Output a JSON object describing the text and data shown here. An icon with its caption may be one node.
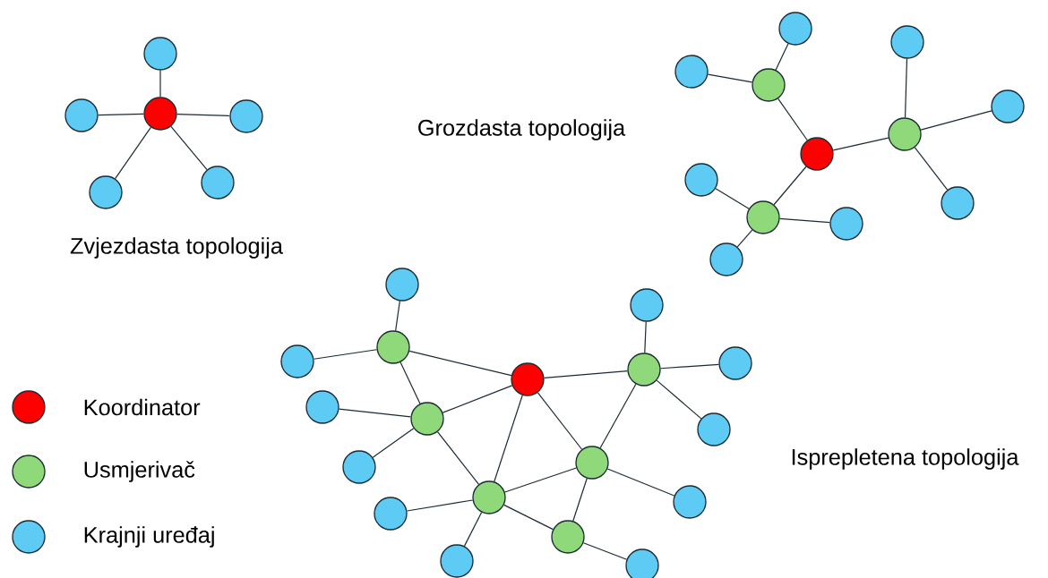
{
  "diagram": {
    "nodes": [
      {
        "text": [],
        "shape": "circle"
      },
      {
        "text": [],
        "shape": "circle"
      },
      {
        "text": [],
        "shape": "circle"
      },
      {
        "text": [],
        "shape": "circle"
      },
      {
        "text": [],
        "shape": "circle"
      },
      {
        "text": [],
        "shape": "circle"
      },
      {
        "text": [],
        "shape": "circle"
      },
      {
        "text": [],
        "shape": "circle"
      },
      {
        "text": [],
        "shape": "circle"
      },
      {
        "text": [],
        "shape": "circle"
      },
      {
        "text": [],
        "shape": "circle"
      },
      {
        "text": [],
        "shape": "circle"
      },
      {
        "text": [],
        "shape": "circle"
      },
      {
        "text": [],
        "shape": "circle"
      },
      {
        "text": [],
        "shape": "circle"
      },
      {
        "text": [],
        "shape": "circle"
      },
      {
        "text": [],
        "shape": "circle"
      },
      {
        "text": [],
        "shape": "circle"
      },
      {
        "text": [],
        "shape": "circle"
      },
      {
        "text": [],
        "shape": "circle"
      },
      {
        "text": [],
        "shape": "circle"
      },
      {
        "text": [],
        "shape": "circle"
      },
      {
        "text": [],
        "shape": "circle"
      },
      {
        "text": [],
        "shape": "circle"
      },
      {
        "text": [],
        "shape": "circle"
      },
      {
        "text": [],
        "shape": "circle"
      },
      {
        "text": [],
        "shape": "circle"
      },
      {
        "text": [],
        "shape": "circle"
      },
      {
        "text": [],
        "shape": "circle"
      },
      {
        "text": [],
        "shape": "circle"
      },
      {
        "text": [],
        "shape": "circle"
      },
      {
        "text": [],
        "shape": "circle"
      },
      {
        "text": [],
        "shape": "circle"
      },
      {
        "text": [],
        "shape": "circle"
      },
      {
        "text": [],
        "shape": "circle"
      },
      {
        "text": [],
        "shape": "circle"
      }
    ],
    "edges": [
      {
        "from": 0,
        "to": 1,
        "arrow": "none"
      },
      {
        "from": 0,
        "to": 2,
        "arrow": "none"
      },
      {
        "from": 0,
        "to": 3,
        "arrow": "none"
      },
      {
        "from": 0,
        "to": 4,
        "arrow": "none"
      },
      {
        "from": 0,
        "to": 5,
        "arrow": "none"
      },
      {
        "from": 6,
        "to": 7,
        "arrow": "none"
      },
      {
        "from": 7,
        "to": 8,
        "arrow": "none"
      },
      {
        "from": 7,
        "to": 9,
        "arrow": "none"
      },
      {
        "from": 6,
        "to": 10,
        "arrow": "none"
      },
      {
        "from": 10,
        "to": 11,
        "arrow": "none"
      },
      {
        "from": 10,
        "to": 12,
        "arrow": "none"
      },
      {
        "from": 10,
        "to": 13,
        "arrow": "none"
      },
      {
        "from": 6,
        "to": 14,
        "arrow": "none"
      },
      {
        "from": 14,
        "to": 15,
        "arrow": "none"
      },
      {
        "from": 14,
        "to": 16,
        "arrow": "none"
      },
      {
        "from": 14,
        "to": 17,
        "arrow": "none"
      },
      {
        "from": 19,
        "to": 20,
        "arrow": "none"
      },
      {
        "from": 19,
        "to": 21,
        "arrow": "none"
      },
      {
        "from": 19,
        "to": 18,
        "arrow": "none"
      },
      {
        "from": 18,
        "to": 22,
        "arrow": "none"
      },
      {
        "from": 22,
        "to": 23,
        "arrow": "none"
      },
      {
        "from": 22,
        "to": 24,
        "arrow": "none"
      },
      {
        "from": 22,
        "to": 25,
        "arrow": "none"
      },
      {
        "from": 19,
        "to": 26,
        "arrow": "none"
      },
      {
        "from": 26,
        "to": 18,
        "arrow": "none"
      },
      {
        "from": 26,
        "to": 27,
        "arrow": "none"
      },
      {
        "from": 26,
        "to": 28,
        "arrow": "none"
      },
      {
        "from": 26,
        "to": 31,
        "arrow": "none"
      },
      {
        "from": 18,
        "to": 31,
        "arrow": "none"
      },
      {
        "from": 18,
        "to": 29,
        "arrow": "none"
      },
      {
        "from": 22,
        "to": 29,
        "arrow": "none"
      },
      {
        "from": 29,
        "to": 30,
        "arrow": "none"
      },
      {
        "from": 29,
        "to": 31,
        "arrow": "none"
      },
      {
        "from": 29,
        "to": 34,
        "arrow": "none"
      },
      {
        "from": 31,
        "to": 32,
        "arrow": "none"
      },
      {
        "from": 31,
        "to": 33,
        "arrow": "none"
      },
      {
        "from": 31,
        "to": 34,
        "arrow": "none"
      },
      {
        "from": 34,
        "to": 35,
        "arrow": "none"
      }
    ],
    "labels": [
      "Grozdasta topologija",
      "Zvjezdasta topologija",
      "Isprepletena topologija"
    ],
    "legend": [
      {
        "text": "Koordinator",
        "color": "#ff0000"
      },
      {
        "text": "Usmjerivač",
        "color": "#8fd97a"
      },
      {
        "text": "Krajnji uređaj",
        "color": "#5ecbf5"
      }
    ]
  }
}
